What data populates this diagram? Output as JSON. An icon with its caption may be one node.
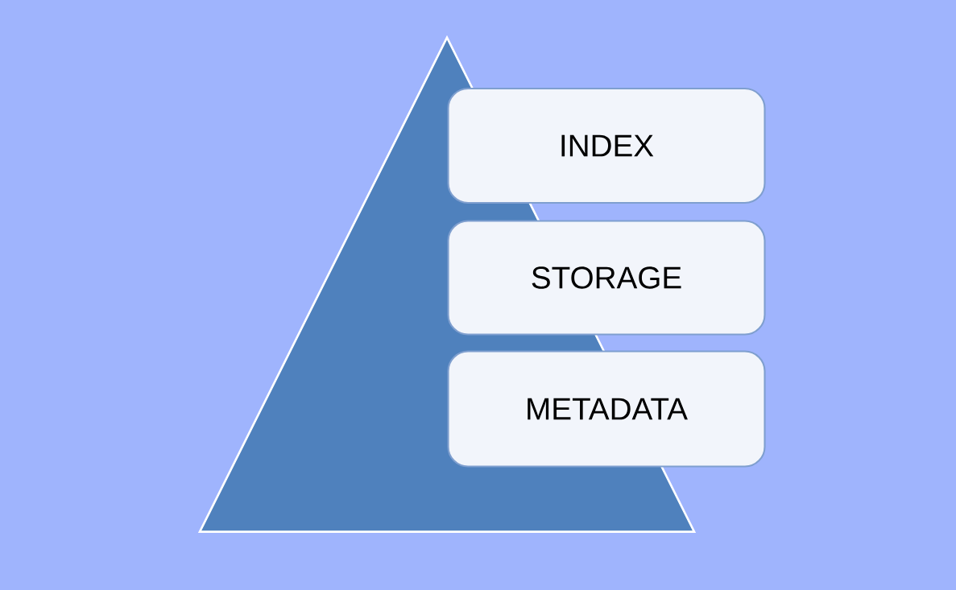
{
  "diagram": {
    "nodes": [
      {
        "text": [],
        "shape": "triangle"
      },
      {
        "text": [
          "INDEX"
        ]
      },
      {
        "text": [
          "STORAGE"
        ]
      },
      {
        "text": [
          "METADATA"
        ]
      }
    ]
  }
}
